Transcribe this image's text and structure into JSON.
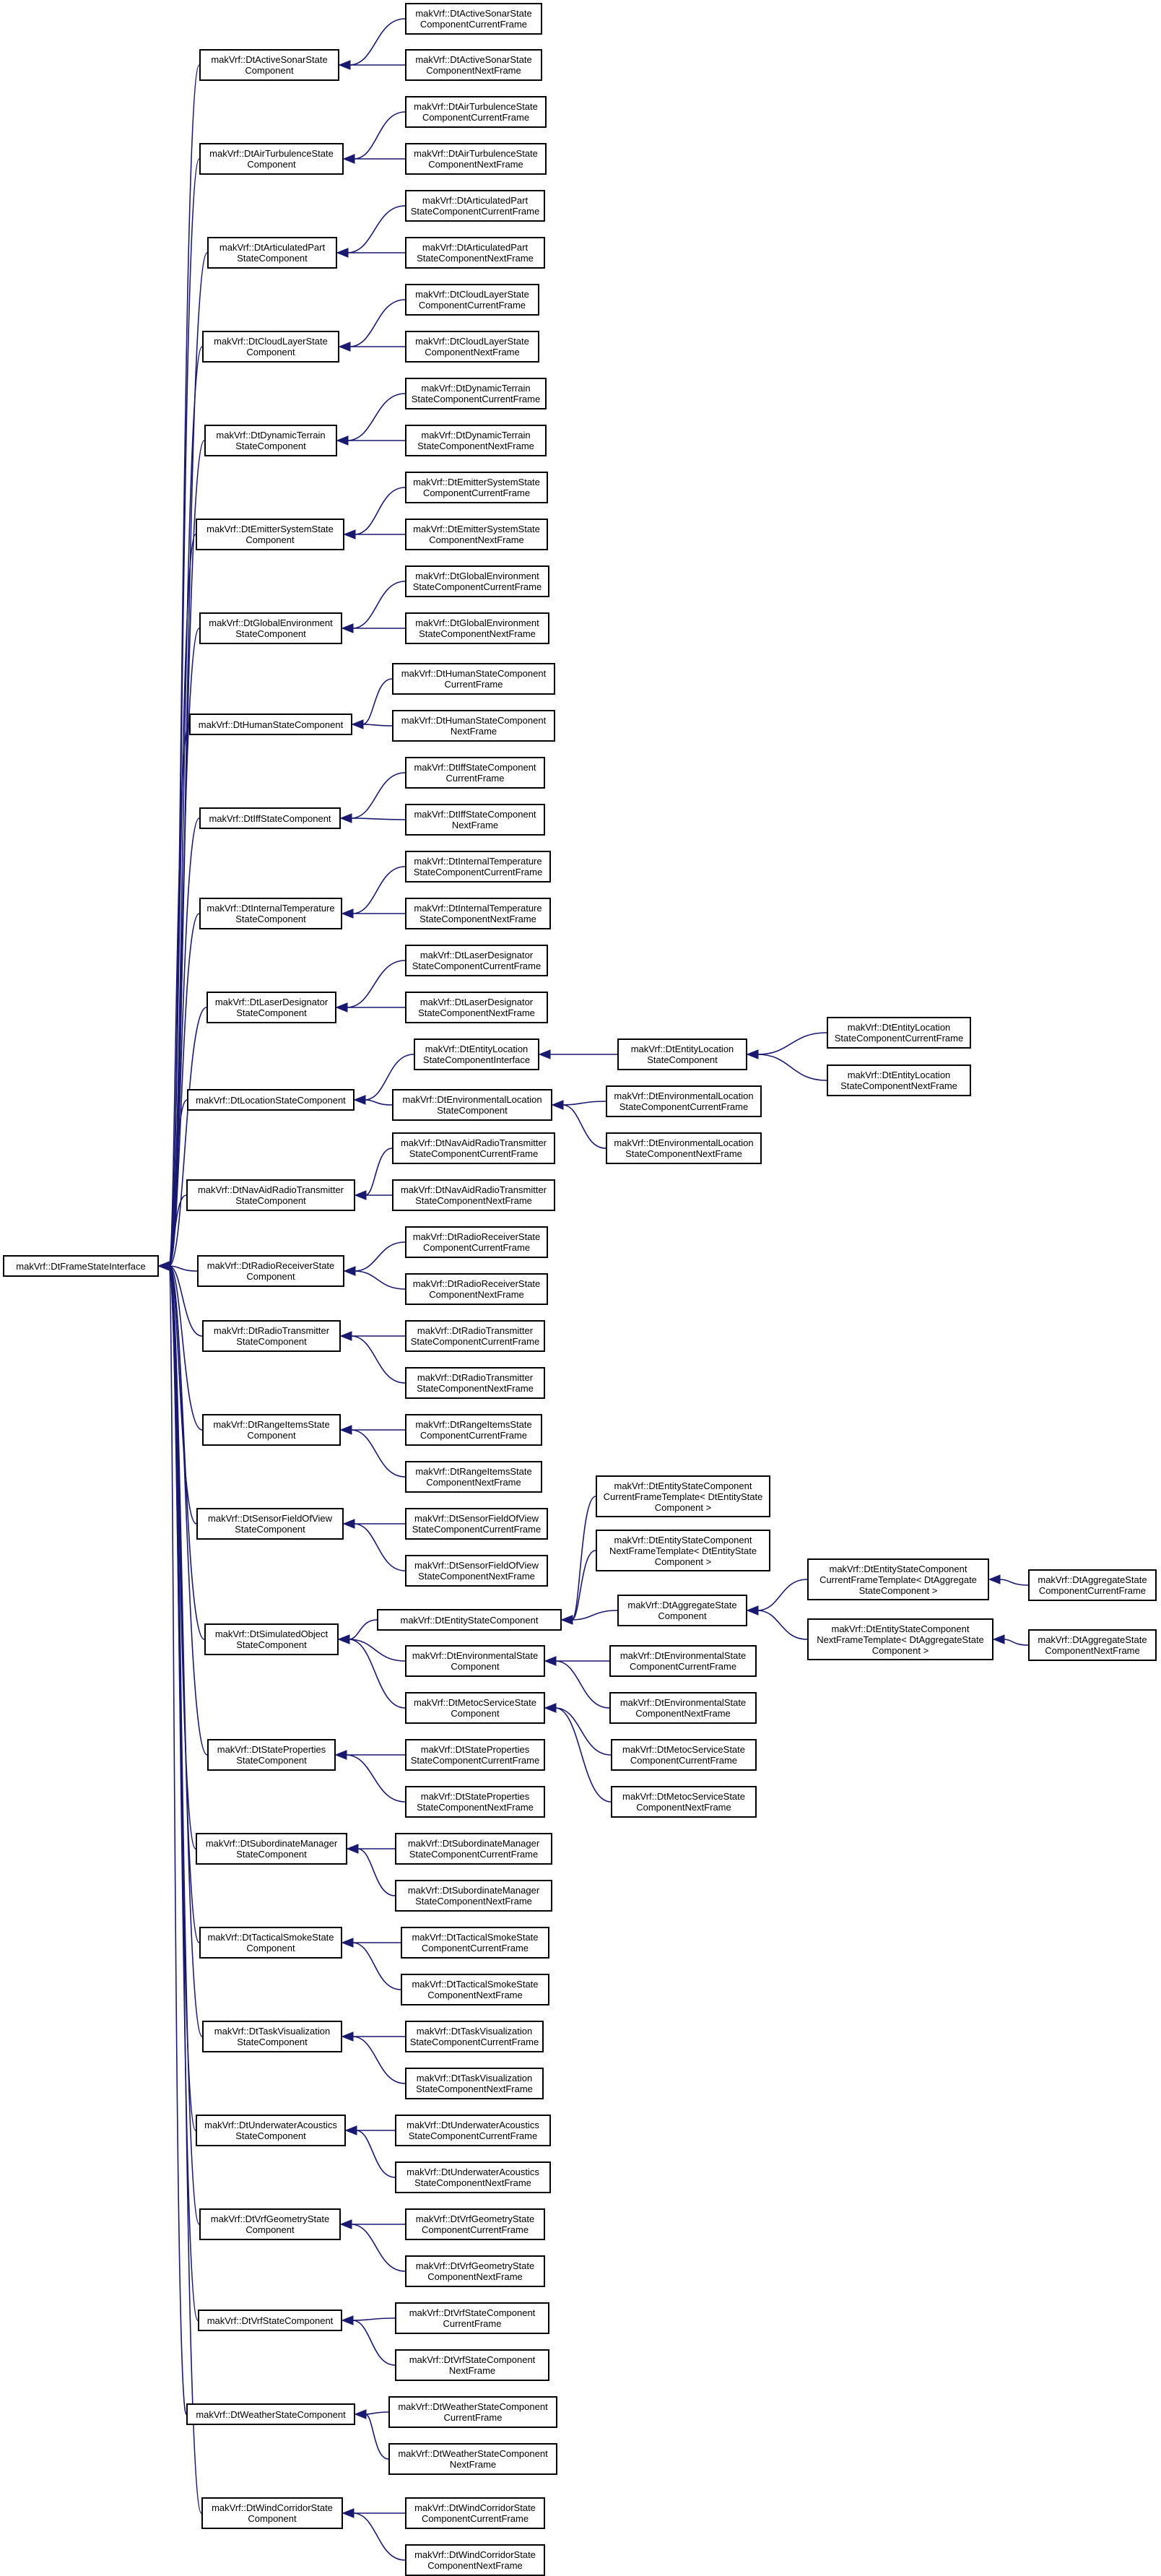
{
  "diagram": {
    "edge_color": "#191970",
    "nodes": [
      {
        "id": "root",
        "label": "makVrf::DtFrameStateInterface"
      },
      {
        "id": "AS",
        "label": "makVrf::DtActiveSonarState\nComponent"
      },
      {
        "id": "AS1",
        "label": "makVrf::DtActiveSonarState\nComponentCurrentFrame"
      },
      {
        "id": "AS2",
        "label": "makVrf::DtActiveSonarState\nComponentNextFrame"
      },
      {
        "id": "AT",
        "label": "makVrf::DtAirTurbulenceState\nComponent"
      },
      {
        "id": "AT1",
        "label": "makVrf::DtAirTurbulenceState\nComponentCurrentFrame"
      },
      {
        "id": "AT2",
        "label": "makVrf::DtAirTurbulenceState\nComponentNextFrame"
      },
      {
        "id": "AP",
        "label": "makVrf::DtArticulatedPart\nStateComponent"
      },
      {
        "id": "AP1",
        "label": "makVrf::DtArticulatedPart\nStateComponentCurrentFrame"
      },
      {
        "id": "AP2",
        "label": "makVrf::DtArticulatedPart\nStateComponentNextFrame"
      },
      {
        "id": "CL",
        "label": "makVrf::DtCloudLayerState\nComponent"
      },
      {
        "id": "CL1",
        "label": "makVrf::DtCloudLayerState\nComponentCurrentFrame"
      },
      {
        "id": "CL2",
        "label": "makVrf::DtCloudLayerState\nComponentNextFrame"
      },
      {
        "id": "DT",
        "label": "makVrf::DtDynamicTerrain\nStateComponent"
      },
      {
        "id": "DT1",
        "label": "makVrf::DtDynamicTerrain\nStateComponentCurrentFrame"
      },
      {
        "id": "DT2",
        "label": "makVrf::DtDynamicTerrain\nStateComponentNextFrame"
      },
      {
        "id": "ES",
        "label": "makVrf::DtEmitterSystemState\nComponent"
      },
      {
        "id": "ES1",
        "label": "makVrf::DtEmitterSystemState\nComponentCurrentFrame"
      },
      {
        "id": "ES2",
        "label": "makVrf::DtEmitterSystemState\nComponentNextFrame"
      },
      {
        "id": "GE",
        "label": "makVrf::DtGlobalEnvironment\nStateComponent"
      },
      {
        "id": "GE1",
        "label": "makVrf::DtGlobalEnvironment\nStateComponentCurrentFrame"
      },
      {
        "id": "GE2",
        "label": "makVrf::DtGlobalEnvironment\nStateComponentNextFrame"
      },
      {
        "id": "HS",
        "label": "makVrf::DtHumanStateComponent"
      },
      {
        "id": "HS1",
        "label": "makVrf::DtHumanStateComponent\nCurrentFrame"
      },
      {
        "id": "HS2",
        "label": "makVrf::DtHumanStateComponent\nNextFrame"
      },
      {
        "id": "IF",
        "label": "makVrf::DtIffStateComponent"
      },
      {
        "id": "IF1",
        "label": "makVrf::DtIffStateComponent\nCurrentFrame"
      },
      {
        "id": "IF2",
        "label": "makVrf::DtIffStateComponent\nNextFrame"
      },
      {
        "id": "IT",
        "label": "makVrf::DtInternalTemperature\nStateComponent"
      },
      {
        "id": "IT1",
        "label": "makVrf::DtInternalTemperature\nStateComponentCurrentFrame"
      },
      {
        "id": "IT2",
        "label": "makVrf::DtInternalTemperature\nStateComponentNextFrame"
      },
      {
        "id": "LD",
        "label": "makVrf::DtLaserDesignator\nStateComponent"
      },
      {
        "id": "LD1",
        "label": "makVrf::DtLaserDesignator\nStateComponentCurrentFrame"
      },
      {
        "id": "LD2",
        "label": "makVrf::DtLaserDesignator\nStateComponentNextFrame"
      },
      {
        "id": "LS",
        "label": "makVrf::DtLocationStateComponent"
      },
      {
        "id": "ELI",
        "label": "makVrf::DtEntityLocation\nStateComponentInterface"
      },
      {
        "id": "ELS",
        "label": "makVrf::DtEntityLocation\nStateComponent"
      },
      {
        "id": "ELS1",
        "label": "makVrf::DtEntityLocation\nStateComponentCurrentFrame"
      },
      {
        "id": "ELS2",
        "label": "makVrf::DtEntityLocation\nStateComponentNextFrame"
      },
      {
        "id": "ENL",
        "label": "makVrf::DtEnvironmentalLocation\nStateComponent"
      },
      {
        "id": "ENL1",
        "label": "makVrf::DtEnvironmentalLocation\nStateComponentCurrentFrame"
      },
      {
        "id": "ENL2",
        "label": "makVrf::DtEnvironmentalLocation\nStateComponentNextFrame"
      },
      {
        "id": "NA",
        "label": "makVrf::DtNavAidRadioTransmitter\nStateComponent"
      },
      {
        "id": "NA1",
        "label": "makVrf::DtNavAidRadioTransmitter\nStateComponentCurrentFrame"
      },
      {
        "id": "NA2",
        "label": "makVrf::DtNavAidRadioTransmitter\nStateComponentNextFrame"
      },
      {
        "id": "RR",
        "label": "makVrf::DtRadioReceiverState\nComponent"
      },
      {
        "id": "RR1",
        "label": "makVrf::DtRadioReceiverState\nComponentCurrentFrame"
      },
      {
        "id": "RR2",
        "label": "makVrf::DtRadioReceiverState\nComponentNextFrame"
      },
      {
        "id": "RT",
        "label": "makVrf::DtRadioTransmitter\nStateComponent"
      },
      {
        "id": "RT1",
        "label": "makVrf::DtRadioTransmitter\nStateComponentCurrentFrame"
      },
      {
        "id": "RT2",
        "label": "makVrf::DtRadioTransmitter\nStateComponentNextFrame"
      },
      {
        "id": "RI",
        "label": "makVrf::DtRangeItemsState\nComponent"
      },
      {
        "id": "RI1",
        "label": "makVrf::DtRangeItemsState\nComponentCurrentFrame"
      },
      {
        "id": "RI2",
        "label": "makVrf::DtRangeItemsState\nComponentNextFrame"
      },
      {
        "id": "SF",
        "label": "makVrf::DtSensorFieldOfView\nStateComponent"
      },
      {
        "id": "SF1",
        "label": "makVrf::DtSensorFieldOfView\nStateComponentCurrentFrame"
      },
      {
        "id": "SF2",
        "label": "makVrf::DtSensorFieldOfView\nStateComponentNextFrame"
      },
      {
        "id": "SO",
        "label": "makVrf::DtSimulatedObject\nStateComponent"
      },
      {
        "id": "EST",
        "label": "makVrf::DtEntityStateComponent"
      },
      {
        "id": "ESTC",
        "label": "makVrf::DtEntityStateComponent\nCurrentFrameTemplate< DtEntityState\nComponent >"
      },
      {
        "id": "ESTN",
        "label": "makVrf::DtEntityStateComponent\nNextFrameTemplate< DtEntityState\nComponent >"
      },
      {
        "id": "AGG",
        "label": "makVrf::DtAggregateState\nComponent"
      },
      {
        "id": "AGGC",
        "label": "makVrf::DtEntityStateComponent\nCurrentFrameTemplate< DtAggregate\nStateComponent >"
      },
      {
        "id": "AGGN",
        "label": "makVrf::DtEntityStateComponent\nNextFrameTemplate< DtAggregateState\nComponent >"
      },
      {
        "id": "AGG1",
        "label": "makVrf::DtAggregateState\nComponentCurrentFrame"
      },
      {
        "id": "AGG2",
        "label": "makVrf::DtAggregateState\nComponentNextFrame"
      },
      {
        "id": "ENV",
        "label": "makVrf::DtEnvironmentalState\nComponent"
      },
      {
        "id": "ENV1",
        "label": "makVrf::DtEnvironmentalState\nComponentCurrentFrame"
      },
      {
        "id": "ENV2",
        "label": "makVrf::DtEnvironmentalState\nComponentNextFrame"
      },
      {
        "id": "MET",
        "label": "makVrf::DtMetocServiceState\nComponent"
      },
      {
        "id": "MET1",
        "label": "makVrf::DtMetocServiceState\nComponentCurrentFrame"
      },
      {
        "id": "MET2",
        "label": "makVrf::DtMetocServiceState\nComponentNextFrame"
      },
      {
        "id": "SP",
        "label": "makVrf::DtStateProperties\nStateComponent"
      },
      {
        "id": "SP1",
        "label": "makVrf::DtStateProperties\nStateComponentCurrentFrame"
      },
      {
        "id": "SP2",
        "label": "makVrf::DtStateProperties\nStateComponentNextFrame"
      },
      {
        "id": "SM",
        "label": "makVrf::DtSubordinateManager\nStateComponent"
      },
      {
        "id": "SM1",
        "label": "makVrf::DtSubordinateManager\nStateComponentCurrentFrame"
      },
      {
        "id": "SM2",
        "label": "makVrf::DtSubordinateManager\nStateComponentNextFrame"
      },
      {
        "id": "TS",
        "label": "makVrf::DtTacticalSmokeState\nComponent"
      },
      {
        "id": "TS1",
        "label": "makVrf::DtTacticalSmokeState\nComponentCurrentFrame"
      },
      {
        "id": "TS2",
        "label": "makVrf::DtTacticalSmokeState\nComponentNextFrame"
      },
      {
        "id": "TV",
        "label": "makVrf::DtTaskVisualization\nStateComponent"
      },
      {
        "id": "TV1",
        "label": "makVrf::DtTaskVisualization\nStateComponentCurrentFrame"
      },
      {
        "id": "TV2",
        "label": "makVrf::DtTaskVisualization\nStateComponentNextFrame"
      },
      {
        "id": "UA",
        "label": "makVrf::DtUnderwaterAcoustics\nStateComponent"
      },
      {
        "id": "UA1",
        "label": "makVrf::DtUnderwaterAcoustics\nStateComponentCurrentFrame"
      },
      {
        "id": "UA2",
        "label": "makVrf::DtUnderwaterAcoustics\nStateComponentNextFrame"
      },
      {
        "id": "VG",
        "label": "makVrf::DtVrfGeometryState\nComponent"
      },
      {
        "id": "VG1",
        "label": "makVrf::DtVrfGeometryState\nComponentCurrentFrame"
      },
      {
        "id": "VG2",
        "label": "makVrf::DtVrfGeometryState\nComponentNextFrame"
      },
      {
        "id": "VS",
        "label": "makVrf::DtVrfStateComponent"
      },
      {
        "id": "VS1",
        "label": "makVrf::DtVrfStateComponent\nCurrentFrame"
      },
      {
        "id": "VS2",
        "label": "makVrf::DtVrfStateComponent\nNextFrame"
      },
      {
        "id": "WS",
        "label": "makVrf::DtWeatherStateComponent"
      },
      {
        "id": "WS1",
        "label": "makVrf::DtWeatherStateComponent\nCurrentFrame"
      },
      {
        "id": "WS2",
        "label": "makVrf::DtWeatherStateComponent\nNextFrame"
      },
      {
        "id": "WC",
        "label": "makVrf::DtWindCorridorState\nComponent"
      },
      {
        "id": "WC1",
        "label": "makVrf::DtWindCorridorState\nComponentCurrentFrame"
      },
      {
        "id": "WC2",
        "label": "makVrf::DtWindCorridorState\nComponentNextFrame"
      }
    ],
    "edges": [
      [
        "AS",
        "root"
      ],
      [
        "AT",
        "root"
      ],
      [
        "AP",
        "root"
      ],
      [
        "CL",
        "root"
      ],
      [
        "DT",
        "root"
      ],
      [
        "ES",
        "root"
      ],
      [
        "GE",
        "root"
      ],
      [
        "HS",
        "root"
      ],
      [
        "IF",
        "root"
      ],
      [
        "IT",
        "root"
      ],
      [
        "LD",
        "root"
      ],
      [
        "LS",
        "root"
      ],
      [
        "NA",
        "root"
      ],
      [
        "RR",
        "root"
      ],
      [
        "RT",
        "root"
      ],
      [
        "RI",
        "root"
      ],
      [
        "SF",
        "root"
      ],
      [
        "SO",
        "root"
      ],
      [
        "SP",
        "root"
      ],
      [
        "SM",
        "root"
      ],
      [
        "TS",
        "root"
      ],
      [
        "TV",
        "root"
      ],
      [
        "UA",
        "root"
      ],
      [
        "VG",
        "root"
      ],
      [
        "VS",
        "root"
      ],
      [
        "WS",
        "root"
      ],
      [
        "WC",
        "root"
      ],
      [
        "AS1",
        "AS"
      ],
      [
        "AS2",
        "AS"
      ],
      [
        "AT1",
        "AT"
      ],
      [
        "AT2",
        "AT"
      ],
      [
        "AP1",
        "AP"
      ],
      [
        "AP2",
        "AP"
      ],
      [
        "CL1",
        "CL"
      ],
      [
        "CL2",
        "CL"
      ],
      [
        "DT1",
        "DT"
      ],
      [
        "DT2",
        "DT"
      ],
      [
        "ES1",
        "ES"
      ],
      [
        "ES2",
        "ES"
      ],
      [
        "GE1",
        "GE"
      ],
      [
        "GE2",
        "GE"
      ],
      [
        "HS1",
        "HS"
      ],
      [
        "HS2",
        "HS"
      ],
      [
        "IF1",
        "IF"
      ],
      [
        "IF2",
        "IF"
      ],
      [
        "IT1",
        "IT"
      ],
      [
        "IT2",
        "IT"
      ],
      [
        "LD1",
        "LD"
      ],
      [
        "LD2",
        "LD"
      ],
      [
        "ELI",
        "LS"
      ],
      [
        "ENL",
        "LS"
      ],
      [
        "ELS",
        "ELI"
      ],
      [
        "ELS1",
        "ELS"
      ],
      [
        "ELS2",
        "ELS"
      ],
      [
        "ENL1",
        "ENL"
      ],
      [
        "ENL2",
        "ENL"
      ],
      [
        "NA1",
        "NA"
      ],
      [
        "NA2",
        "NA"
      ],
      [
        "RR1",
        "RR"
      ],
      [
        "RR2",
        "RR"
      ],
      [
        "RT1",
        "RT"
      ],
      [
        "RT2",
        "RT"
      ],
      [
        "RI1",
        "RI"
      ],
      [
        "RI2",
        "RI"
      ],
      [
        "SF1",
        "SF"
      ],
      [
        "SF2",
        "SF"
      ],
      [
        "EST",
        "SO"
      ],
      [
        "ENV",
        "SO"
      ],
      [
        "MET",
        "SO"
      ],
      [
        "ESTC",
        "EST"
      ],
      [
        "ESTN",
        "EST"
      ],
      [
        "AGG",
        "EST"
      ],
      [
        "AGGC",
        "AGG"
      ],
      [
        "AGGN",
        "AGG"
      ],
      [
        "AGG1",
        "AGGC"
      ],
      [
        "AGG2",
        "AGGN"
      ],
      [
        "ENV1",
        "ENV"
      ],
      [
        "ENV2",
        "ENV"
      ],
      [
        "MET1",
        "MET"
      ],
      [
        "MET2",
        "MET"
      ],
      [
        "SP1",
        "SP"
      ],
      [
        "SP2",
        "SP"
      ],
      [
        "SM1",
        "SM"
      ],
      [
        "SM2",
        "SM"
      ],
      [
        "TS1",
        "TS"
      ],
      [
        "TS2",
        "TS"
      ],
      [
        "TV1",
        "TV"
      ],
      [
        "TV2",
        "TV"
      ],
      [
        "UA1",
        "UA"
      ],
      [
        "UA2",
        "UA"
      ],
      [
        "VG1",
        "VG"
      ],
      [
        "VG2",
        "VG"
      ],
      [
        "VS1",
        "VS"
      ],
      [
        "VS2",
        "VS"
      ],
      [
        "WS1",
        "WS"
      ],
      [
        "WS2",
        "WS"
      ],
      [
        "WC1",
        "WC"
      ],
      [
        "WC2",
        "WC"
      ]
    ]
  }
}
